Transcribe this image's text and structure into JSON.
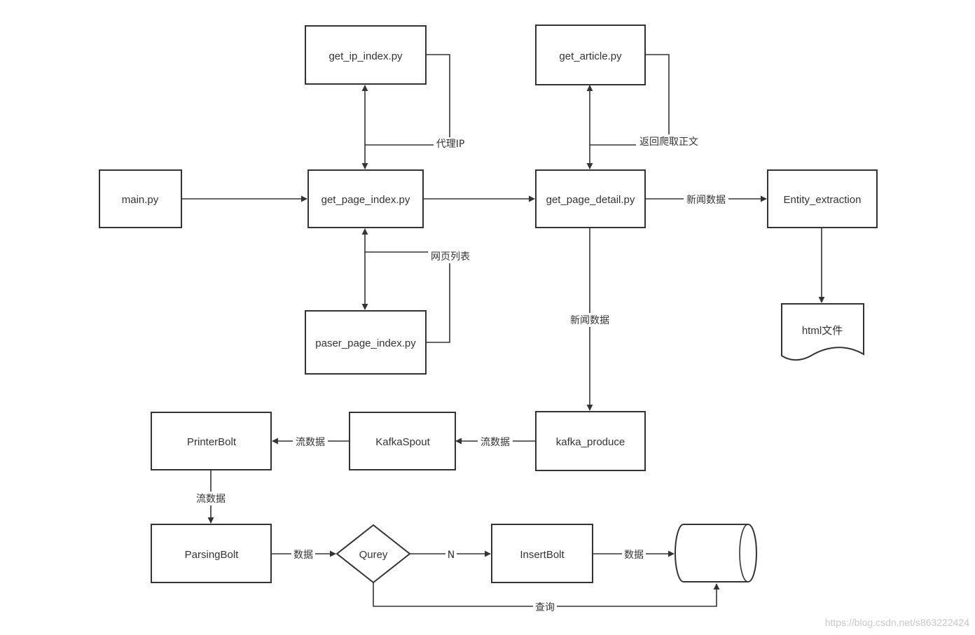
{
  "nodes": {
    "main": "main.py",
    "get_ip_index": "get_ip_index.py",
    "get_page_index": "get_page_index.py",
    "paser_page_index": "paser_page_index.py",
    "get_article": "get_article.py",
    "get_page_detail": "get_page_detail.py",
    "entity_extraction": "Entity_extraction",
    "html_file": "html文件",
    "kafka_produce": "kafka_produce",
    "kafka_spout": "KafkaSpout",
    "printer_bolt": "PrinterBolt",
    "parsing_bolt": "ParsingBolt",
    "qurey": "Qurey",
    "insert_bolt": "InsertBolt",
    "database": ""
  },
  "edge_labels": {
    "proxy_ip": "代理IP",
    "page_list": "网页列表",
    "return_article": "返回爬取正文",
    "news_data_right": "新闻数据",
    "news_data_down": "新闻数据",
    "stream_kafka": "流数据",
    "stream_spout": "流数据",
    "stream_printer": "流数据",
    "data_parsing": "数据",
    "query_no": "N",
    "data_insert": "数据",
    "query_back": "查询"
  },
  "watermark": "https://blog.csdn.net/s863222424"
}
